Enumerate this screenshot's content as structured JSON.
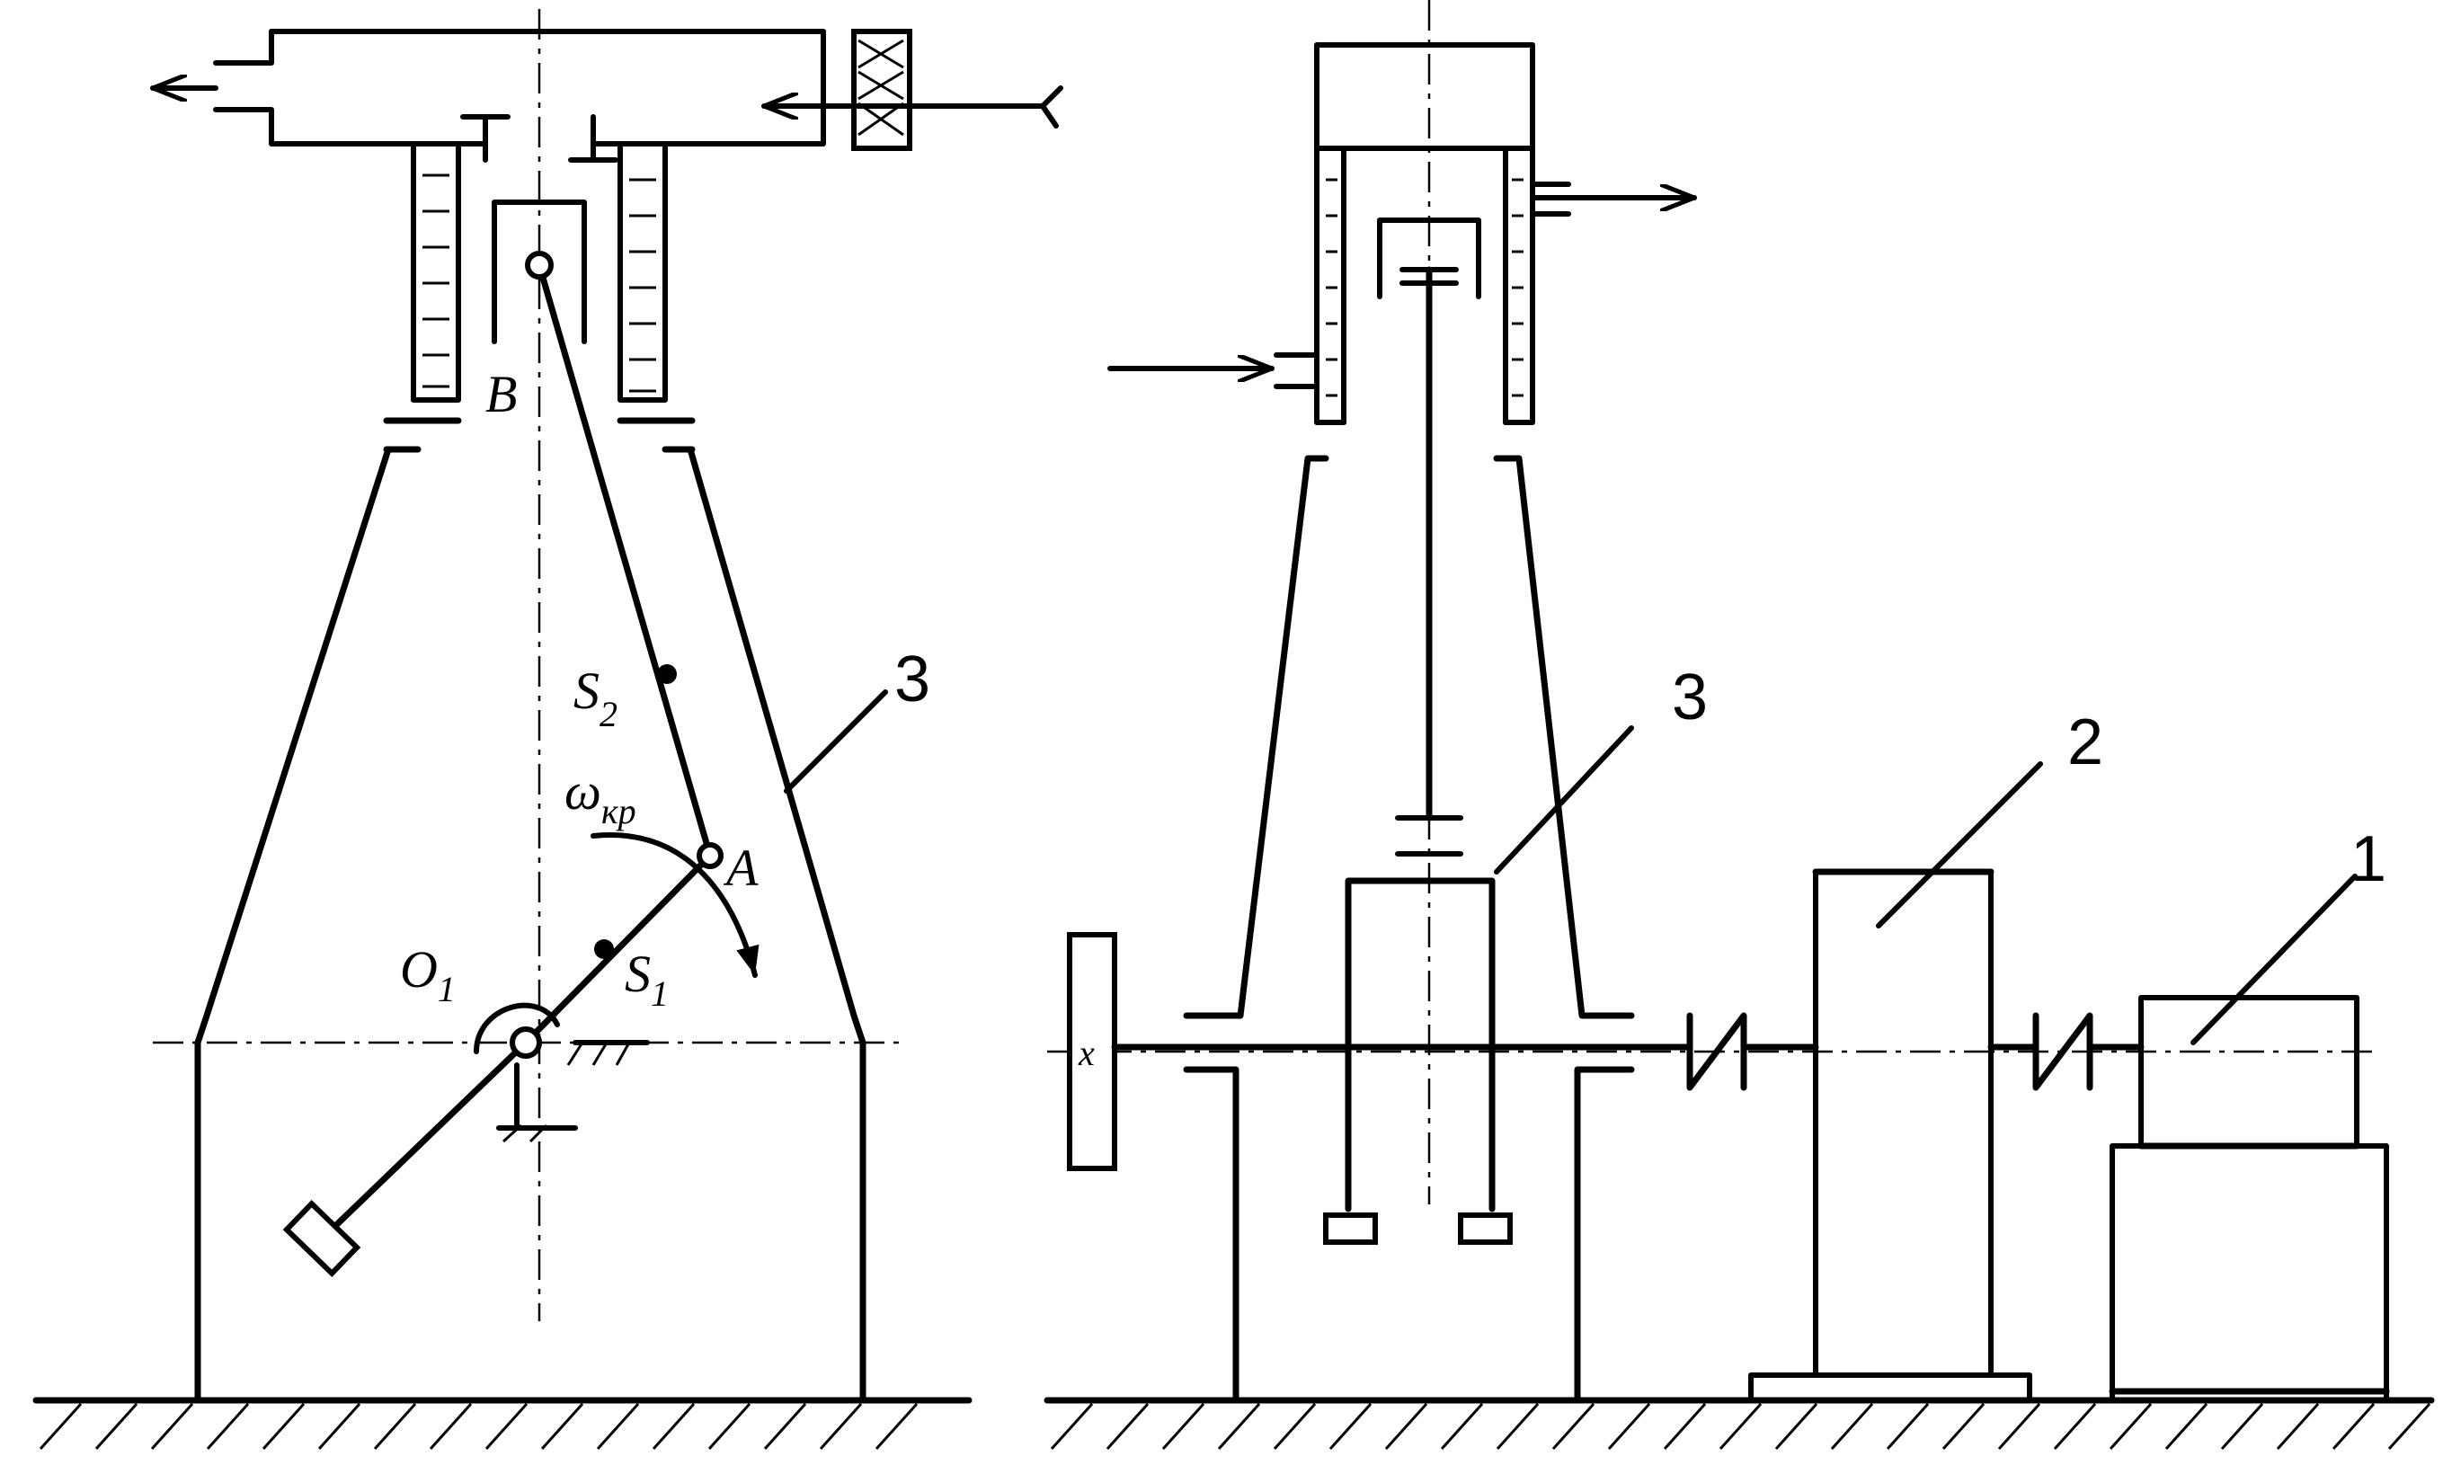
{
  "labels": {
    "B": "B",
    "S": "S",
    "S2_sub": "2",
    "S1_sub": "1",
    "A": "A",
    "O": "O",
    "O1_sub": "1",
    "omega": "ω",
    "omega_sub": "кр",
    "flywheel_mark": "x",
    "left_part_3": "3",
    "right_part_3": "3",
    "part_2": "2",
    "part_1": "1"
  }
}
